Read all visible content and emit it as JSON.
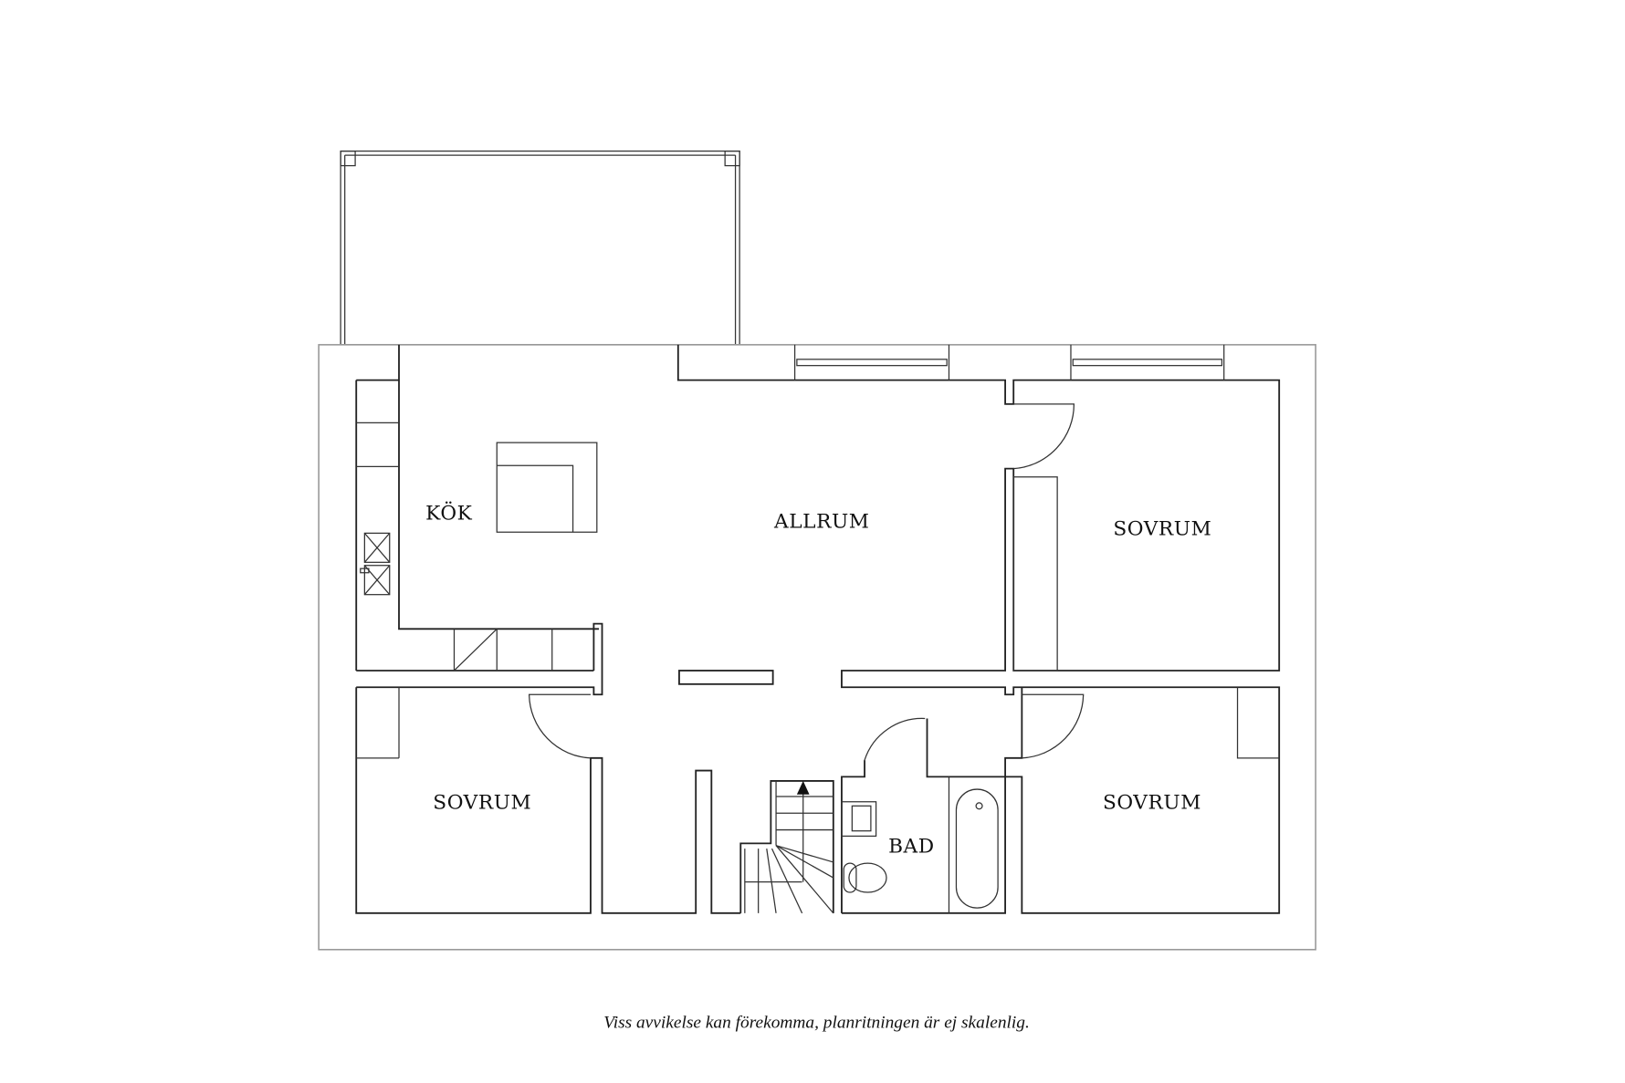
{
  "plan": {
    "rooms": [
      {
        "id": "kok",
        "label": "KÖK"
      },
      {
        "id": "allrum",
        "label": "ALLRUM"
      },
      {
        "id": "sovrum_ne",
        "label": "SOVRUM"
      },
      {
        "id": "sovrum_sw",
        "label": "SOVRUM"
      },
      {
        "id": "bad",
        "label": "BAD"
      },
      {
        "id": "sovrum_se",
        "label": "SOVRUM"
      }
    ],
    "footer_note": "Viss avvikelse kan förekomma, planritningen är ej skalenlig.",
    "colors": {
      "line": "#222222",
      "outer": "#999999",
      "background": "#ffffff"
    }
  }
}
